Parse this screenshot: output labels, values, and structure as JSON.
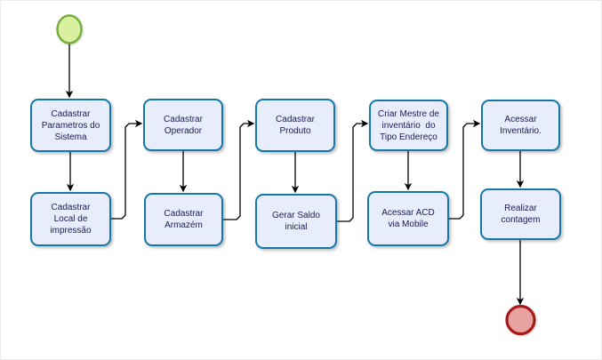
{
  "diagram": {
    "type": "flowchart",
    "language": "pt-BR",
    "colors": {
      "task_border": "#1576aa",
      "task_fill": "#e8edfb",
      "task_text": "#1b1b52",
      "start_fill": "#d8f0a0",
      "start_stroke": "#77ad3c",
      "end_fill": "#e9a2a2",
      "end_stroke": "#aa1818",
      "connector": "#000000"
    },
    "start_event": {
      "id": "start",
      "shape": "circle"
    },
    "end_event": {
      "id": "end",
      "shape": "circle"
    },
    "nodes": [
      {
        "id": "task-1",
        "label": "Cadastrar\nParametros do\nSistema"
      },
      {
        "id": "task-2",
        "label": "Cadastrar\nLocal de\nimpressão"
      },
      {
        "id": "task-3",
        "label": "Cadastrar\nOperador"
      },
      {
        "id": "task-4",
        "label": "Cadastrar\nArmazém"
      },
      {
        "id": "task-5",
        "label": "Cadastrar\nProduto"
      },
      {
        "id": "task-6",
        "label": "Gerar Saldo\ninicial"
      },
      {
        "id": "task-7",
        "label": "Criar Mestre de\ninventário  do\nTipo Endereço"
      },
      {
        "id": "task-8",
        "label": "Acessar ACD\nvia Mobile"
      },
      {
        "id": "task-9",
        "label": "Acessar\nInventário."
      },
      {
        "id": "task-10",
        "label": "Realizar\ncontagem"
      }
    ],
    "edges": [
      {
        "from": "start",
        "to": "task-1"
      },
      {
        "from": "task-1",
        "to": "task-2"
      },
      {
        "from": "task-2",
        "to": "task-3"
      },
      {
        "from": "task-3",
        "to": "task-4"
      },
      {
        "from": "task-4",
        "to": "task-5"
      },
      {
        "from": "task-5",
        "to": "task-6"
      },
      {
        "from": "task-6",
        "to": "task-7"
      },
      {
        "from": "task-7",
        "to": "task-8"
      },
      {
        "from": "task-8",
        "to": "task-9"
      },
      {
        "from": "task-9",
        "to": "task-10"
      },
      {
        "from": "task-10",
        "to": "end"
      }
    ]
  }
}
